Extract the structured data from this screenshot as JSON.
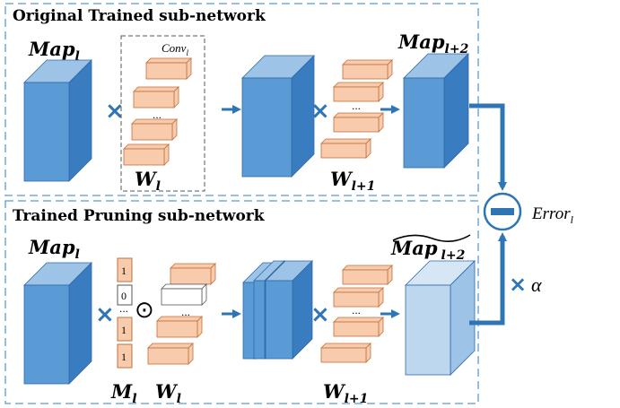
{
  "top_section": {
    "title": "Original Trained sub-network",
    "input_map": {
      "name": "Map",
      "sub": "l"
    },
    "conv_label": {
      "name": "Conv",
      "sub": "l"
    },
    "weights_l": {
      "name": "W",
      "sub": "l"
    },
    "weights_l1": {
      "name": "W",
      "sub": "l+1"
    },
    "output_map": {
      "name": "Map",
      "sub": "l+2"
    },
    "dots": "..."
  },
  "bottom_section": {
    "title": "Trained Pruning sub-network",
    "input_map": {
      "name": "Map",
      "sub": "l"
    },
    "mask_values": [
      "1",
      "0",
      "1",
      "1"
    ],
    "mask_dots": "...",
    "mask_label": {
      "name": "M",
      "sub": "l"
    },
    "weights_l": {
      "name": "W",
      "sub": "l"
    },
    "weights_l1": {
      "name": "W",
      "sub": "l+1"
    },
    "output_map": {
      "name": "Map",
      "sub": "l+2"
    },
    "dots": "..."
  },
  "error_label": {
    "name": "Error",
    "sub": "l"
  },
  "alpha_label": "α",
  "operators": {
    "multiply": "×",
    "hadamard": "⊙"
  },
  "colors": {
    "cube_front": "#5b9bd5",
    "cube_side": "#3a7cc0",
    "cube_top": "#9dc3e6",
    "filter_fill": "#f8cbad",
    "filter_stroke": "#c0703a",
    "arrow": "#2e75b6",
    "dash": "#5b9bd5"
  }
}
